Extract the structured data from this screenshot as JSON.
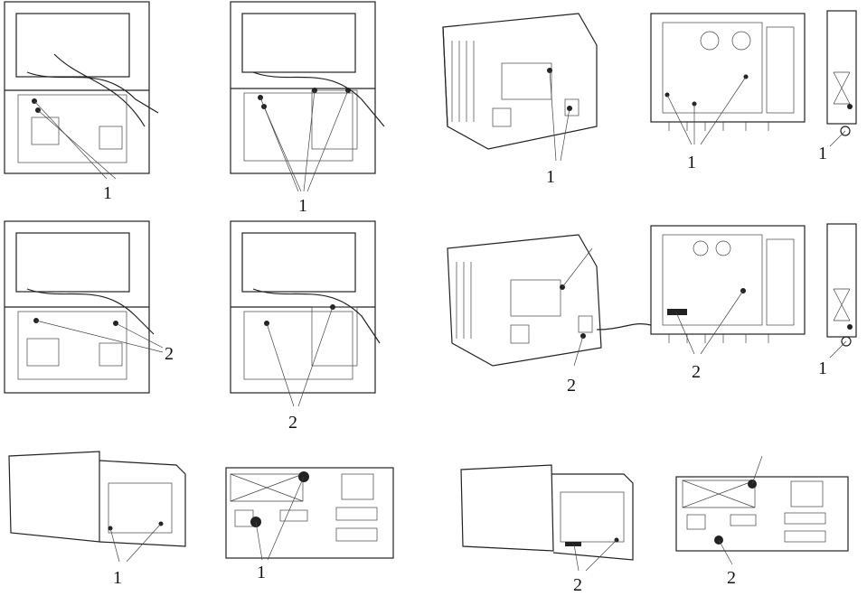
{
  "figure": {
    "row1": {
      "labels": [
        "1",
        "1",
        "1",
        "1",
        "1"
      ]
    },
    "row2": {
      "labels": [
        "2",
        "2",
        "2",
        "2",
        "1"
      ]
    },
    "row3": {
      "labels": [
        "1",
        "1",
        "2",
        "2"
      ]
    }
  },
  "colors": {
    "ink": "#222222",
    "background": "#ffffff"
  }
}
